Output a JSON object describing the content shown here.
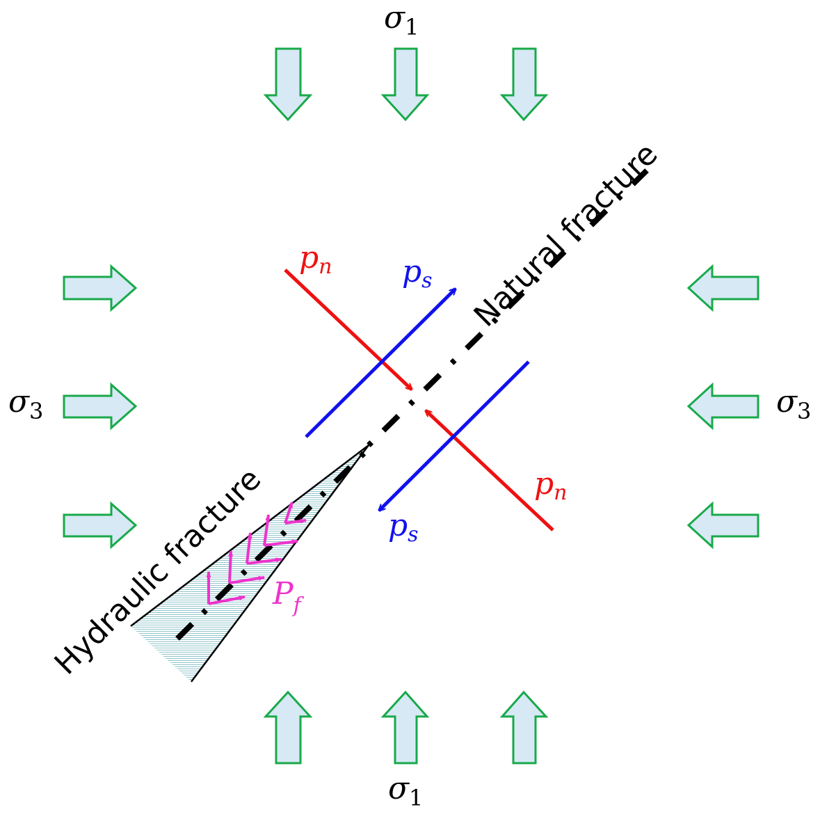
{
  "labels": {
    "sigma1_top": "σ",
    "sigma1_top_sub": "1",
    "sigma1_bottom": "σ",
    "sigma1_bottom_sub": "1",
    "sigma3_left": "σ",
    "sigma3_left_sub": "3",
    "sigma3_right": "σ",
    "sigma3_right_sub": "3",
    "pn_upper": "p",
    "pn_upper_sub": "n",
    "pn_lower": "p",
    "pn_lower_sub": "n",
    "ps_upper": "p",
    "ps_upper_sub": "s",
    "ps_lower": "p",
    "ps_lower_sub": "s",
    "pf": "P",
    "pf_sub": "f",
    "natural_fracture": "Natural fracture",
    "hydraulic_fracture": "Hydraulic fracture"
  },
  "colors": {
    "stress_arrow_fill": "#d6e9f5",
    "stress_arrow_stroke": "#19a94a",
    "normal_stress": "#ee1111",
    "shear_stress": "#1111ee",
    "fluid_pressure": "#ee33cc",
    "fracture_line": "#000000",
    "hydraulic_fill": "#9cc8cf"
  }
}
